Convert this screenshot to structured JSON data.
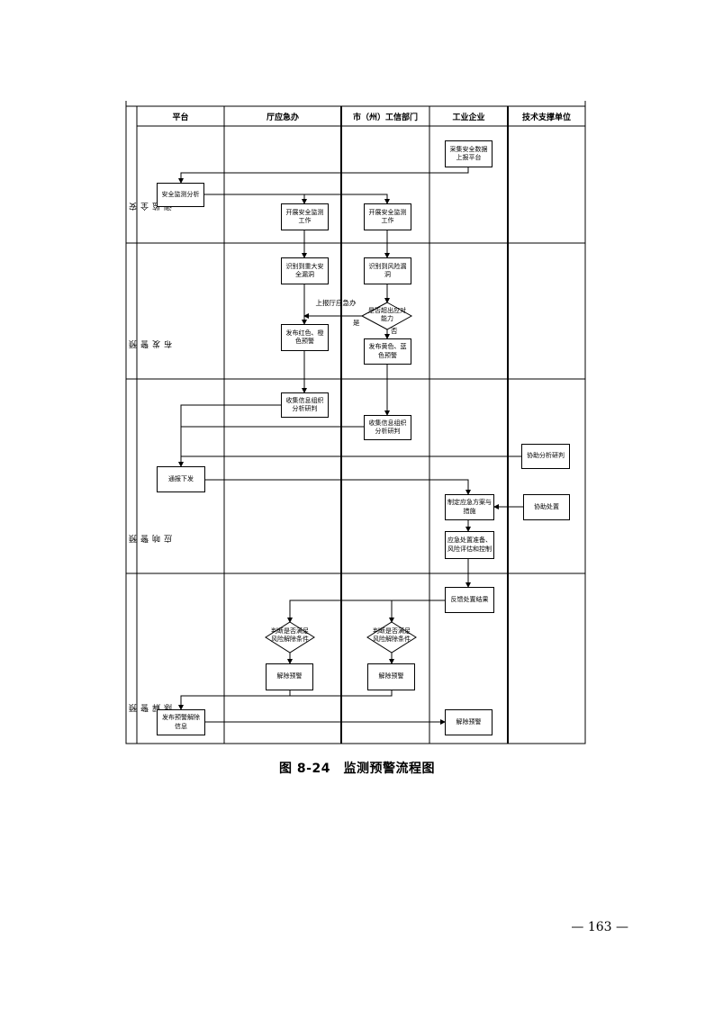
{
  "lanes": [
    "平台",
    "厅应急办",
    "市（州）工信部门",
    "工业企业",
    "技术支撑单位"
  ],
  "phases": [
    "安全监测",
    "预警发布",
    "预警响应",
    "预警解除"
  ],
  "boxes": {
    "collect_upload": "采集安全数据上报平台",
    "platform_analysis": "安全监测分析",
    "office_monitor": "开展安全监测工作",
    "city_monitor": "开展安全监测工作",
    "office_identify": "识别到重大安全漏洞",
    "city_identify": "识别到风险漏洞",
    "office_red_orange": "发布红色、橙色预警",
    "city_yellow_blue": "发布黄色、蓝色预警",
    "office_gather": "收集信息组织分析研判",
    "city_gather": "收集信息组织分析研判",
    "tech_assist_analysis": "协助分析研判",
    "platform_notify": "通报下发",
    "enterprise_plan": "制定应急方案与措施",
    "tech_assist_handle": "协助处置",
    "enterprise_handle": "应急处置准备、风险评估和控制",
    "enterprise_feedback": "反馈处置结果",
    "office_lift": "解除预警",
    "city_lift": "解除预警",
    "platform_release": "发布预警解除信息",
    "enterprise_lift": "解除预警"
  },
  "diamonds": {
    "city_capability": "是否超出应对能力",
    "office_judge": "判断是否满足风险解除条件",
    "city_judge": "判断是否满足风险解除条件"
  },
  "labels": {
    "report_office": "上报厅应急办",
    "yes": "是",
    "no": "否"
  },
  "caption": "图 8-24　监测预警流程图",
  "page_number": "— 163 —"
}
